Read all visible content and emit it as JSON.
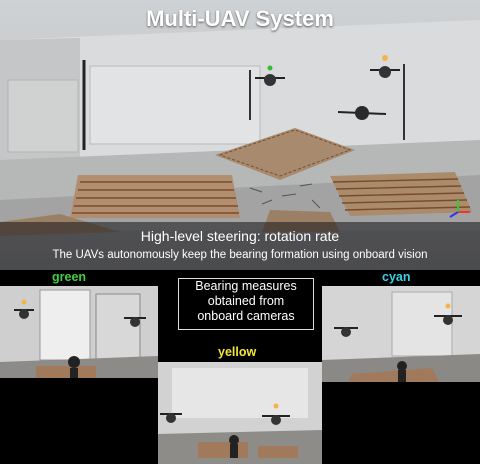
{
  "title": "Multi-UAV System",
  "caption_primary": "High-level steering: rotation rate",
  "caption_secondary": "The UAVs autonomously keep the bearing formation using onboard vision",
  "info_box": [
    "Bearing measures",
    "obtained from",
    "onboard cameras"
  ],
  "views": {
    "green": {
      "label": "green",
      "color": "#3fd13f"
    },
    "yellow": {
      "label": "yellow",
      "color": "#f2e63a"
    },
    "cyan": {
      "label": "cyan",
      "color": "#39d0e6"
    }
  }
}
